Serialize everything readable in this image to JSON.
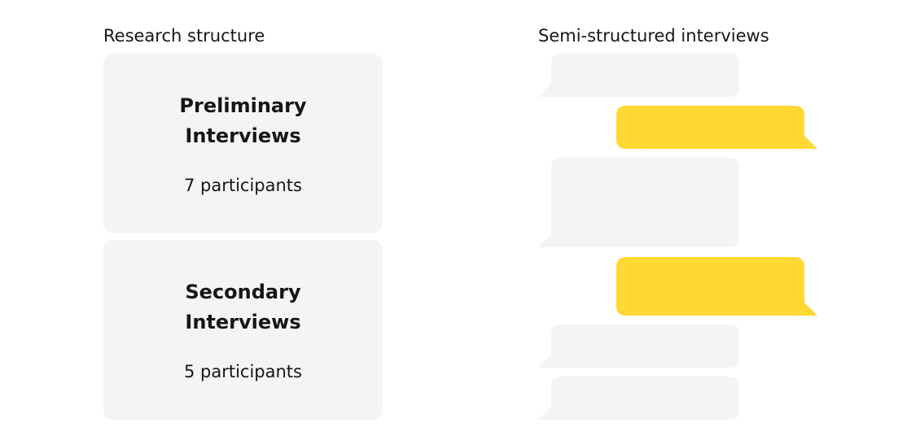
{
  "research_structure": {
    "label": "Research structure",
    "cards": [
      {
        "title_line1": "Preliminary",
        "title_line2": "Interviews",
        "count": "7 participants"
      },
      {
        "title_line1": "Secondary",
        "title_line2": "Interviews",
        "count": "5 participants"
      }
    ]
  },
  "interviews": {
    "label": "Semi-structured interviews",
    "bubbles": [
      {
        "speaker": "interviewer"
      },
      {
        "speaker": "participant"
      },
      {
        "speaker": "interviewer"
      },
      {
        "speaker": "participant"
      },
      {
        "speaker": "interviewer"
      },
      {
        "speaker": "interviewer"
      }
    ]
  },
  "colors": {
    "card_background": "#f4f4f4",
    "interviewer_bubble": "#f4f4f4",
    "participant_bubble": "#ffd833",
    "text": "#161616"
  }
}
